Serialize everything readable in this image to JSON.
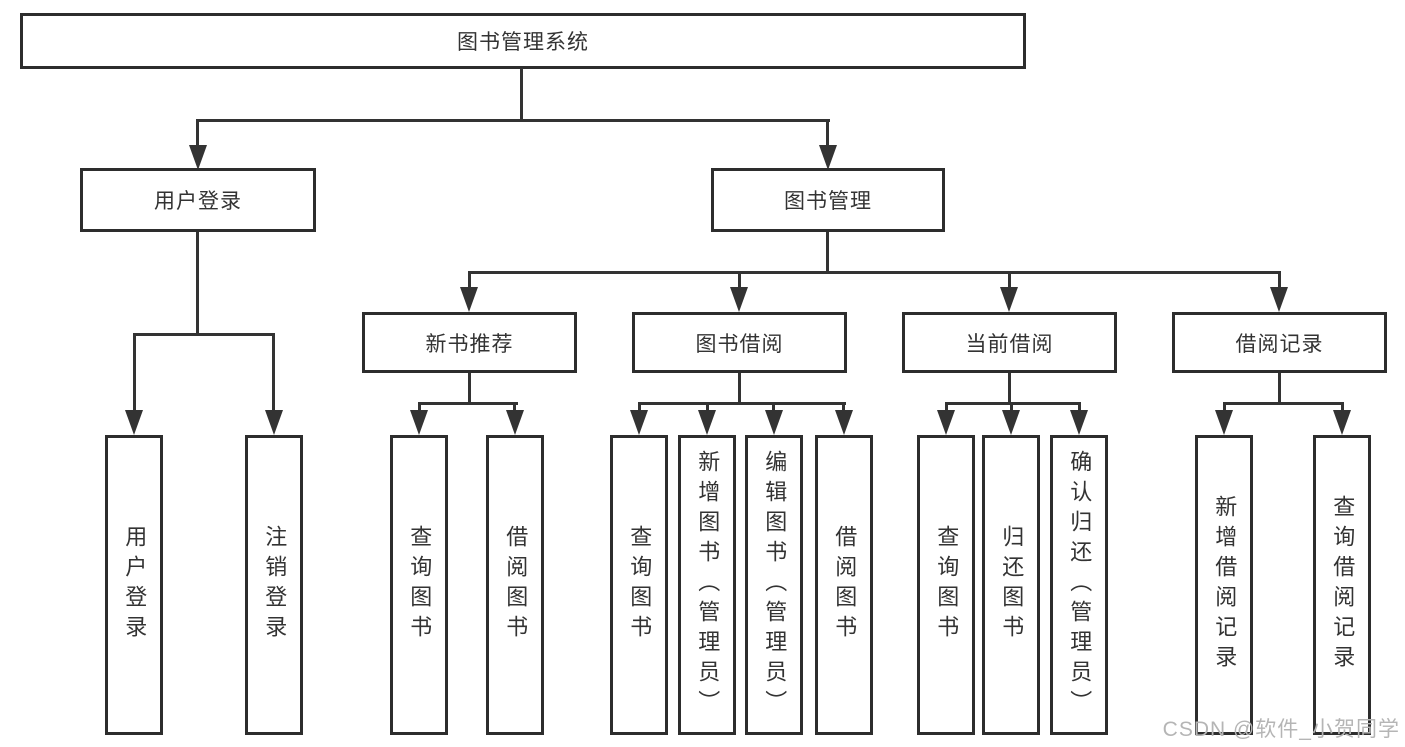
{
  "diagram": {
    "root": {
      "label": "图书管理系统"
    },
    "level2": {
      "user_login": {
        "label": "用户登录"
      },
      "book_management": {
        "label": "图书管理"
      }
    },
    "level3": {
      "new_book_recommend": {
        "label": "新书推荐"
      },
      "book_borrow": {
        "label": "图书借阅"
      },
      "current_borrow": {
        "label": "当前借阅"
      },
      "borrow_records": {
        "label": "借阅记录"
      }
    },
    "leaves": {
      "user_login": [
        "用户登录",
        "注销登录"
      ],
      "new_book_recommend": [
        "查询图书",
        "借阅图书"
      ],
      "book_borrow": [
        "查询图书",
        "新增图书（管理员）",
        "编辑图书（管理员）",
        "借阅图书"
      ],
      "current_borrow": [
        "查询图书",
        "归还图书",
        "确认归还（管理员）"
      ],
      "borrow_records": [
        "新增借阅记录",
        "查询借阅记录"
      ]
    },
    "watermark": "CSDN @软件_小贺同学",
    "colors": {
      "line": "#333333",
      "text": "#333333",
      "watermark": "#b5b5b5",
      "background": "#ffffff"
    }
  }
}
